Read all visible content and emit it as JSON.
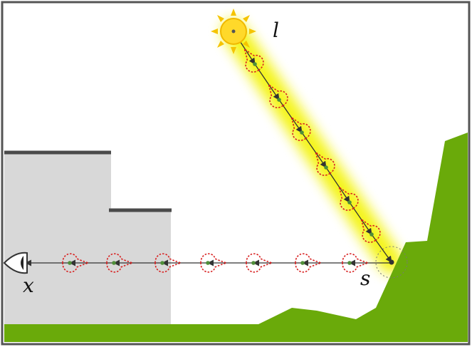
{
  "labels": {
    "light": "l",
    "surface": "s",
    "camera": "x"
  },
  "colors": {
    "ground": "#6aaa0a",
    "building": "#d8d8d8",
    "roof": "#4a4a4a",
    "light_glow": "#f3f300",
    "sun_fill": "#ffd92a",
    "sun_rays": "#f5c400",
    "eye_ray_glow": "#86cc5a",
    "lobe": "#d82020",
    "ray": "#333333",
    "frame": "#555555"
  },
  "icons": {
    "light_source": "sun-icon",
    "camera": "eye-icon"
  }
}
